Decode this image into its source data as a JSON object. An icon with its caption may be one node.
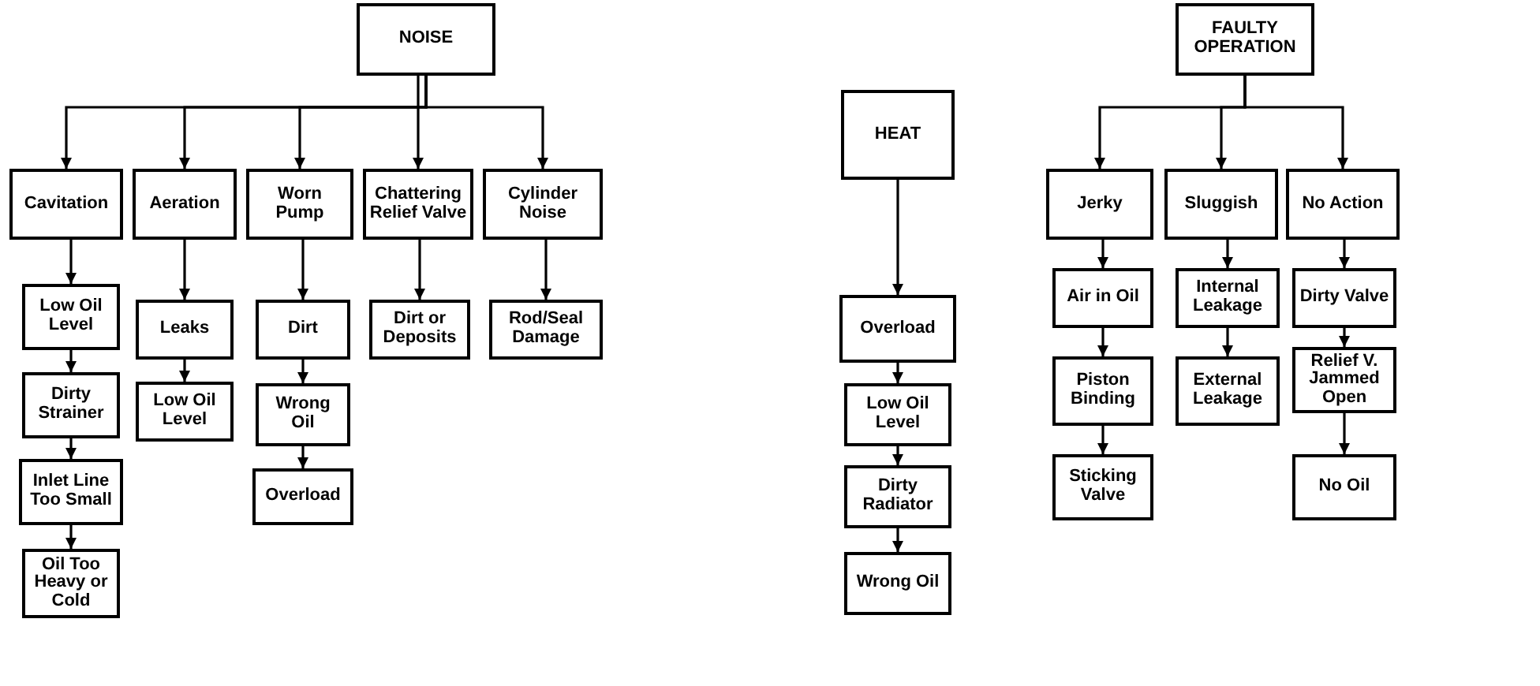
{
  "diagram": {
    "nodes": [
      {
        "text": [
          "NOISE"
        ]
      },
      {
        "text": [
          "Cavitation"
        ]
      },
      {
        "text": [
          "Aeration"
        ]
      },
      {
        "text": [
          "Worn Pump"
        ]
      },
      {
        "text": [
          "Chattering Relief Valve"
        ]
      },
      {
        "text": [
          "Cylinder Noise"
        ]
      },
      {
        "text": [
          "Low Oil Level"
        ]
      },
      {
        "text": [
          "Dirty Strainer"
        ]
      },
      {
        "text": [
          "Inlet Line Too Small"
        ]
      },
      {
        "text": [
          "Oil Too Heavy or Cold"
        ]
      },
      {
        "text": [
          "Leaks"
        ]
      },
      {
        "text": [
          "Low Oil Level"
        ]
      },
      {
        "text": [
          "Dirt"
        ]
      },
      {
        "text": [
          "Wrong Oil"
        ]
      },
      {
        "text": [
          "Overload"
        ]
      },
      {
        "text": [
          "Dirt or Deposits"
        ]
      },
      {
        "text": [
          "Rod/Seal Damage"
        ]
      },
      {
        "text": [
          "HEAT"
        ]
      },
      {
        "text": [
          "Overload"
        ]
      },
      {
        "text": [
          "Low Oil Level"
        ]
      },
      {
        "text": [
          "Dirty Radiator"
        ]
      },
      {
        "text": [
          "Wrong Oil"
        ]
      },
      {
        "text": [
          "FAULTY OPERATION"
        ]
      },
      {
        "text": [
          "Jerky"
        ]
      },
      {
        "text": [
          "Sluggish"
        ]
      },
      {
        "text": [
          "No Action"
        ]
      },
      {
        "text": [
          "Air in Oil"
        ]
      },
      {
        "text": [
          "Piston Binding"
        ]
      },
      {
        "text": [
          "Sticking Valve"
        ]
      },
      {
        "text": [
          "Internal Leakage"
        ]
      },
      {
        "text": [
          "External Leakage"
        ]
      },
      {
        "text": [
          "Dirty Valve"
        ]
      },
      {
        "text": [
          "Relief V. Jammed Open"
        ]
      },
      {
        "text": [
          "No Oil"
        ]
      }
    ],
    "edges": [
      {
        "from": 0,
        "to": 1,
        "arrow": "to"
      },
      {
        "from": 0,
        "to": 2,
        "arrow": "to"
      },
      {
        "from": 0,
        "to": 3,
        "arrow": "to"
      },
      {
        "from": 0,
        "to": 4,
        "arrow": "to"
      },
      {
        "from": 0,
        "to": 5,
        "arrow": "to"
      },
      {
        "from": 1,
        "to": 6,
        "arrow": "to"
      },
      {
        "from": 6,
        "to": 7,
        "arrow": "to"
      },
      {
        "from": 7,
        "to": 8,
        "arrow": "to"
      },
      {
        "from": 8,
        "to": 9,
        "arrow": "to"
      },
      {
        "from": 2,
        "to": 10,
        "arrow": "to"
      },
      {
        "from": 10,
        "to": 11,
        "arrow": "to"
      },
      {
        "from": 3,
        "to": 12,
        "arrow": "to"
      },
      {
        "from": 12,
        "to": 13,
        "arrow": "to"
      },
      {
        "from": 13,
        "to": 14,
        "arrow": "to"
      },
      {
        "from": 4,
        "to": 15,
        "arrow": "to"
      },
      {
        "from": 5,
        "to": 16,
        "arrow": "to"
      },
      {
        "from": 17,
        "to": 18,
        "arrow": "to"
      },
      {
        "from": 18,
        "to": 19,
        "arrow": "to"
      },
      {
        "from": 19,
        "to": 20,
        "arrow": "to"
      },
      {
        "from": 20,
        "to": 21,
        "arrow": "to"
      },
      {
        "from": 22,
        "to": 23,
        "arrow": "to"
      },
      {
        "from": 22,
        "to": 24,
        "arrow": "to"
      },
      {
        "from": 22,
        "to": 25,
        "arrow": "to"
      },
      {
        "from": 23,
        "to": 26,
        "arrow": "to"
      },
      {
        "from": 26,
        "to": 27,
        "arrow": "to"
      },
      {
        "from": 27,
        "to": 28,
        "arrow": "to"
      },
      {
        "from": 24,
        "to": 29,
        "arrow": "to"
      },
      {
        "from": 29,
        "to": 30,
        "arrow": "to"
      },
      {
        "from": 25,
        "to": 31,
        "arrow": "to"
      },
      {
        "from": 31,
        "to": 32,
        "arrow": "to"
      },
      {
        "from": 32,
        "to": 33,
        "arrow": "to"
      }
    ]
  }
}
